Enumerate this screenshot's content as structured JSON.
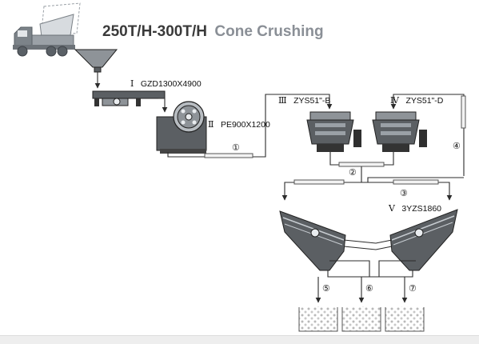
{
  "title": {
    "capacity": "250T/H-300T/H",
    "process": "Cone Crushing"
  },
  "equipment": [
    {
      "numeral": "Ⅰ",
      "model": "GZD1300X4900"
    },
    {
      "numeral": "Ⅱ",
      "model": "PE900X1200"
    },
    {
      "numeral": "Ⅲ",
      "model": "ZYS51\"-B"
    },
    {
      "numeral": "Ⅳ",
      "model": "ZYS51\"-D"
    },
    {
      "numeral": "Ⅴ",
      "model": "3YZS1860"
    }
  ],
  "conveyors": [
    "①",
    "②",
    "③",
    "④",
    "⑤",
    "⑥",
    "⑦"
  ],
  "colors": {
    "title_dark": "#3a3a3a",
    "title_grey": "#8a8f96",
    "machine": "#5b5f63"
  }
}
